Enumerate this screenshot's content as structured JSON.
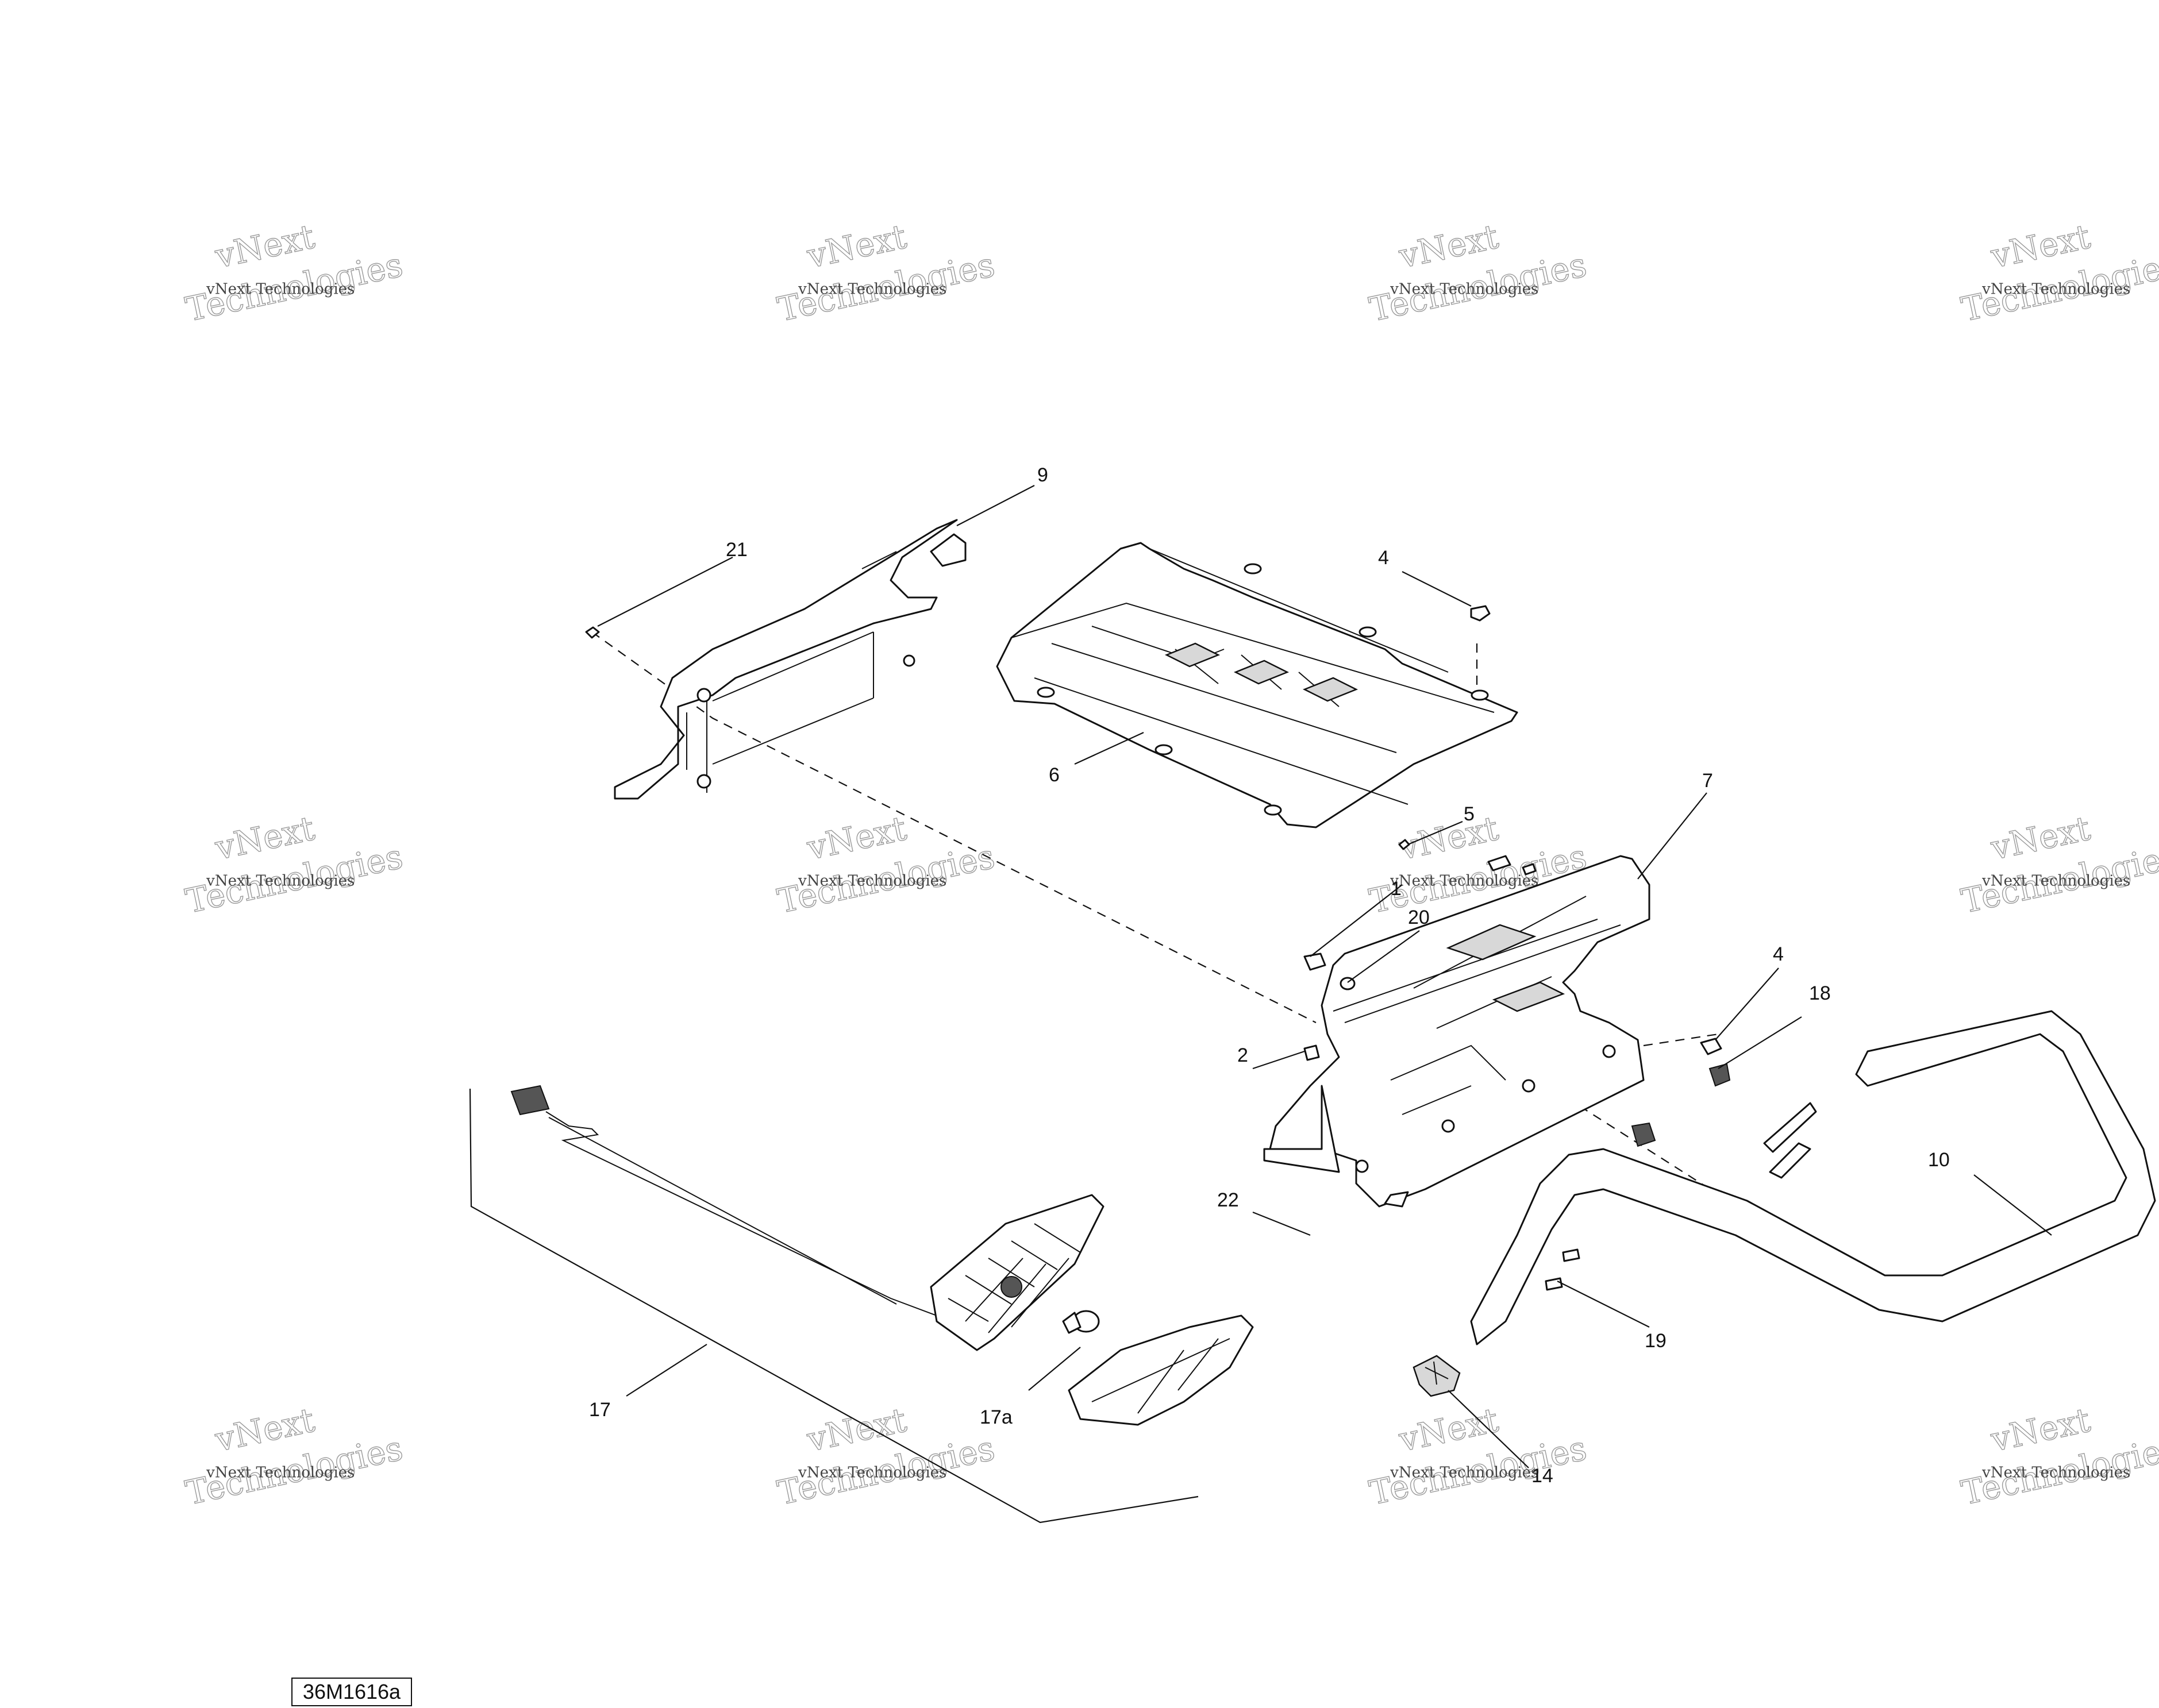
{
  "drawing_code": "36M1616a",
  "watermark_text": [
    "vNext",
    "Technologies",
    "vNext Technologies"
  ],
  "callouts": [
    {
      "id": "c21",
      "label": "21"
    },
    {
      "id": "c9",
      "label": "9"
    },
    {
      "id": "c4a",
      "label": "4"
    },
    {
      "id": "c6",
      "label": "6"
    },
    {
      "id": "c7",
      "label": "7"
    },
    {
      "id": "c5",
      "label": "5"
    },
    {
      "id": "c1",
      "label": "1"
    },
    {
      "id": "c20",
      "label": "20"
    },
    {
      "id": "c4b",
      "label": "4"
    },
    {
      "id": "c18",
      "label": "18"
    },
    {
      "id": "c2",
      "label": "2"
    },
    {
      "id": "c10",
      "label": "10"
    },
    {
      "id": "c22",
      "label": "22"
    },
    {
      "id": "c19",
      "label": "19"
    },
    {
      "id": "c17",
      "label": "17"
    },
    {
      "id": "c17a",
      "label": "17a"
    },
    {
      "id": "c14",
      "label": "14"
    }
  ]
}
